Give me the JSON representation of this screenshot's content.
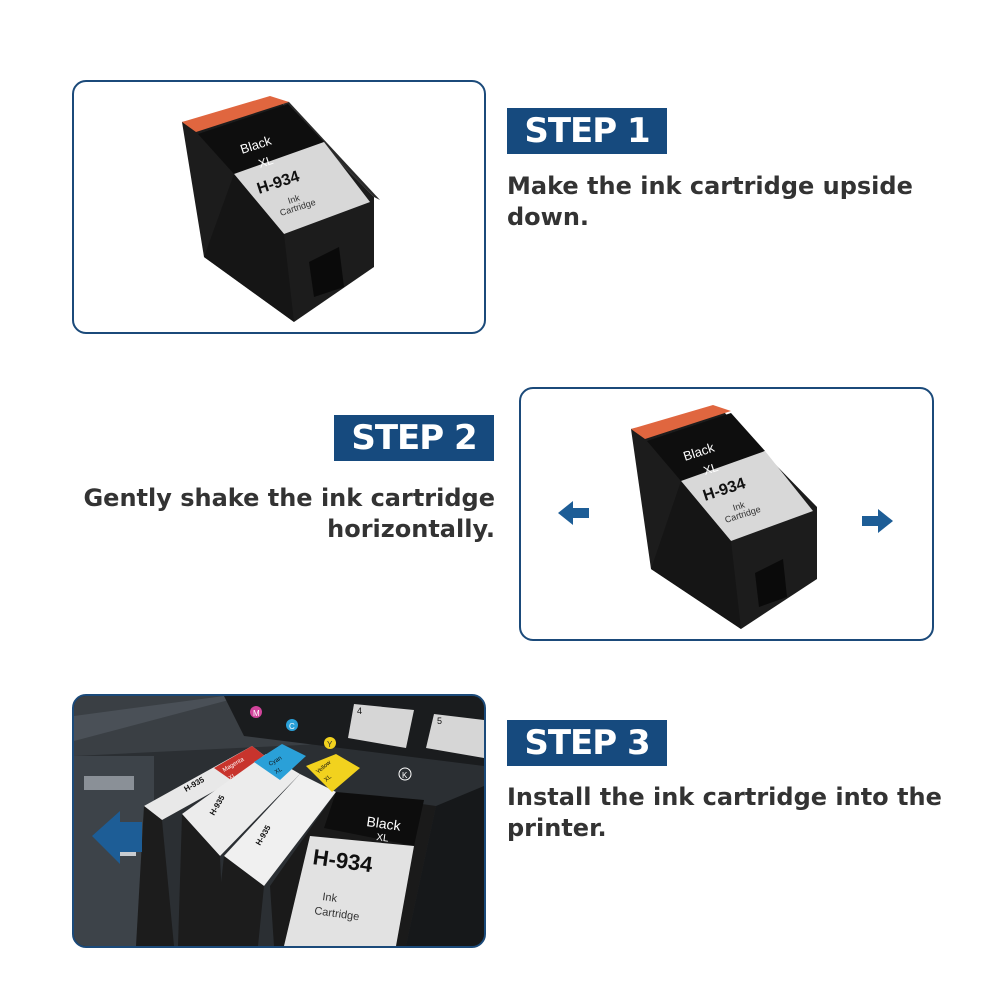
{
  "steps": [
    {
      "badge": "STEP 1",
      "text": "Make the ink cartridge upside down."
    },
    {
      "badge": "STEP 2",
      "text": "Gently shake the ink cartridge horizontally.",
      "line1": "Gently shake the ink cartridge",
      "line2": "horizontally."
    },
    {
      "badge": "STEP 3",
      "text": "Install the ink cartridge into the printer.",
      "line1": "Install the ink cartridge into the",
      "line2": "printer."
    }
  ],
  "cartridge": {
    "color": "Black",
    "size": "XL",
    "model": "H-934",
    "type_line1": "Ink",
    "type_line2": "Cartridge"
  },
  "printer": {
    "slot_letters": [
      "M",
      "C",
      "Y",
      "K"
    ],
    "small_cartridges": [
      {
        "model": "H-935",
        "color": "Magenta",
        "size": "XL"
      },
      {
        "model": "H-935",
        "color": "Cyan",
        "size": "XL"
      },
      {
        "model": "H-935",
        "color": "Yellow",
        "size": "XL"
      }
    ],
    "panel_numbers": [
      "4",
      "5"
    ]
  },
  "colors": {
    "accent": "#164a7e",
    "frame_border": "#1b4a7a",
    "caption_text": "#333333",
    "cartridge_body": "#1c1c1c",
    "cartridge_cap": "#e0663f",
    "magenta": "#c8342d",
    "cyan": "#2aa0d8",
    "yellow": "#f2d21e"
  },
  "icons": [
    "arrow-left-icon",
    "arrow-right-icon",
    "insert-arrow-icon"
  ]
}
